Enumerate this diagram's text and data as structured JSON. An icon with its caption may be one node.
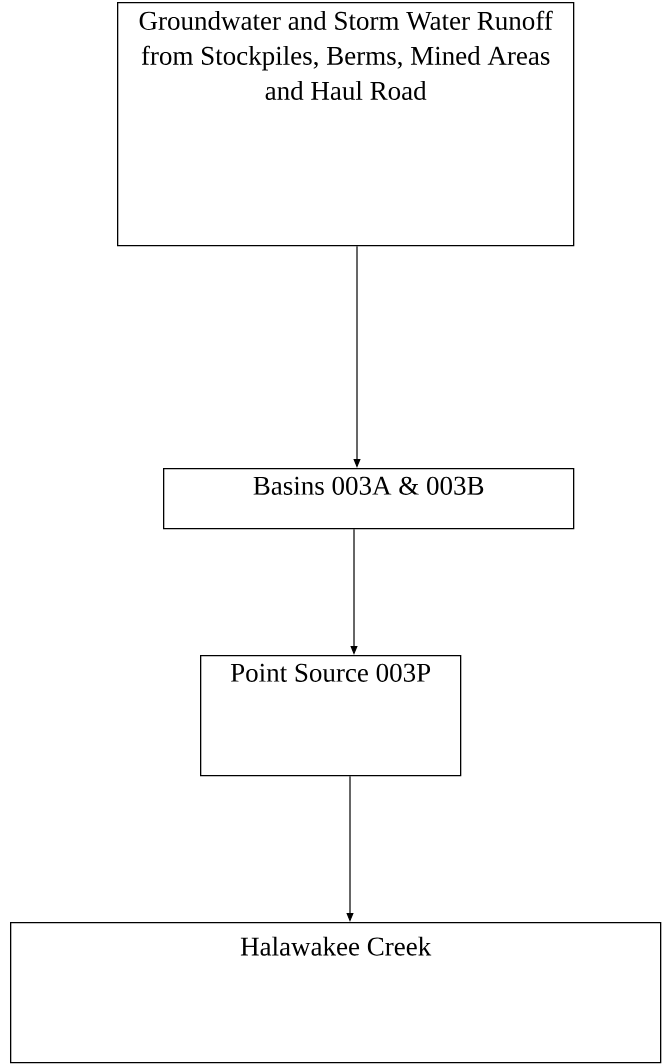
{
  "diagram": {
    "nodes": [
      {
        "text": [
          "Groundwater and Storm Water Runoff from Stockpiles, Berms, Mined Areas and Haul Road"
        ]
      },
      {
        "text": [
          "Basins 003A & 003B"
        ]
      },
      {
        "text": [
          "Point Source 003P"
        ]
      },
      {
        "text": [
          "Halawakee Creek"
        ]
      }
    ],
    "edges": [
      {
        "from": 0,
        "to": 1,
        "arrow": "to"
      },
      {
        "from": 1,
        "to": 2,
        "arrow": "to"
      },
      {
        "from": 2,
        "to": 3,
        "arrow": "to"
      }
    ]
  }
}
